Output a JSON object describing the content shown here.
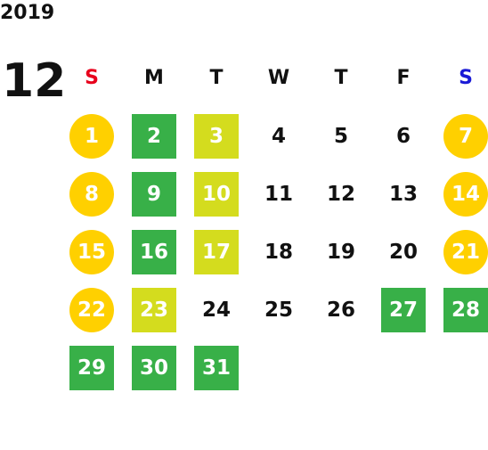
{
  "header": {
    "year": "2019",
    "month": "12"
  },
  "colors": {
    "sunday_label": "#e8001c",
    "saturday_label": "#1a1ad6",
    "holiday_yellow": "#ffd000",
    "closed_green": "#38b048",
    "half_lime": "#d4dc1e",
    "text_dark": "#111111"
  },
  "weekdays": [
    "S",
    "M",
    "T",
    "W",
    "T",
    "F",
    "S"
  ],
  "days": [
    {
      "label": "1",
      "kind": "circle",
      "color": "#ffd000"
    },
    {
      "label": "2",
      "kind": "square",
      "color": "#38b048"
    },
    {
      "label": "3",
      "kind": "square",
      "color": "#d4dc1e"
    },
    {
      "label": "4",
      "kind": "plain"
    },
    {
      "label": "5",
      "kind": "plain"
    },
    {
      "label": "6",
      "kind": "plain"
    },
    {
      "label": "7",
      "kind": "circle",
      "color": "#ffd000"
    },
    {
      "label": "8",
      "kind": "circle",
      "color": "#ffd000"
    },
    {
      "label": "9",
      "kind": "square",
      "color": "#38b048"
    },
    {
      "label": "10",
      "kind": "square",
      "color": "#d4dc1e"
    },
    {
      "label": "11",
      "kind": "plain"
    },
    {
      "label": "12",
      "kind": "plain"
    },
    {
      "label": "13",
      "kind": "plain"
    },
    {
      "label": "14",
      "kind": "circle",
      "color": "#ffd000"
    },
    {
      "label": "15",
      "kind": "circle",
      "color": "#ffd000"
    },
    {
      "label": "16",
      "kind": "square",
      "color": "#38b048"
    },
    {
      "label": "17",
      "kind": "square",
      "color": "#d4dc1e"
    },
    {
      "label": "18",
      "kind": "plain"
    },
    {
      "label": "19",
      "kind": "plain"
    },
    {
      "label": "20",
      "kind": "plain"
    },
    {
      "label": "21",
      "kind": "circle",
      "color": "#ffd000"
    },
    {
      "label": "22",
      "kind": "circle",
      "color": "#ffd000"
    },
    {
      "label": "23",
      "kind": "square",
      "color": "#d4dc1e"
    },
    {
      "label": "24",
      "kind": "plain"
    },
    {
      "label": "25",
      "kind": "plain"
    },
    {
      "label": "26",
      "kind": "plain"
    },
    {
      "label": "27",
      "kind": "square",
      "color": "#38b048"
    },
    {
      "label": "28",
      "kind": "square",
      "color": "#38b048"
    },
    {
      "label": "29",
      "kind": "square",
      "color": "#38b048"
    },
    {
      "label": "30",
      "kind": "square",
      "color": "#38b048"
    },
    {
      "label": "31",
      "kind": "square",
      "color": "#38b048"
    }
  ]
}
